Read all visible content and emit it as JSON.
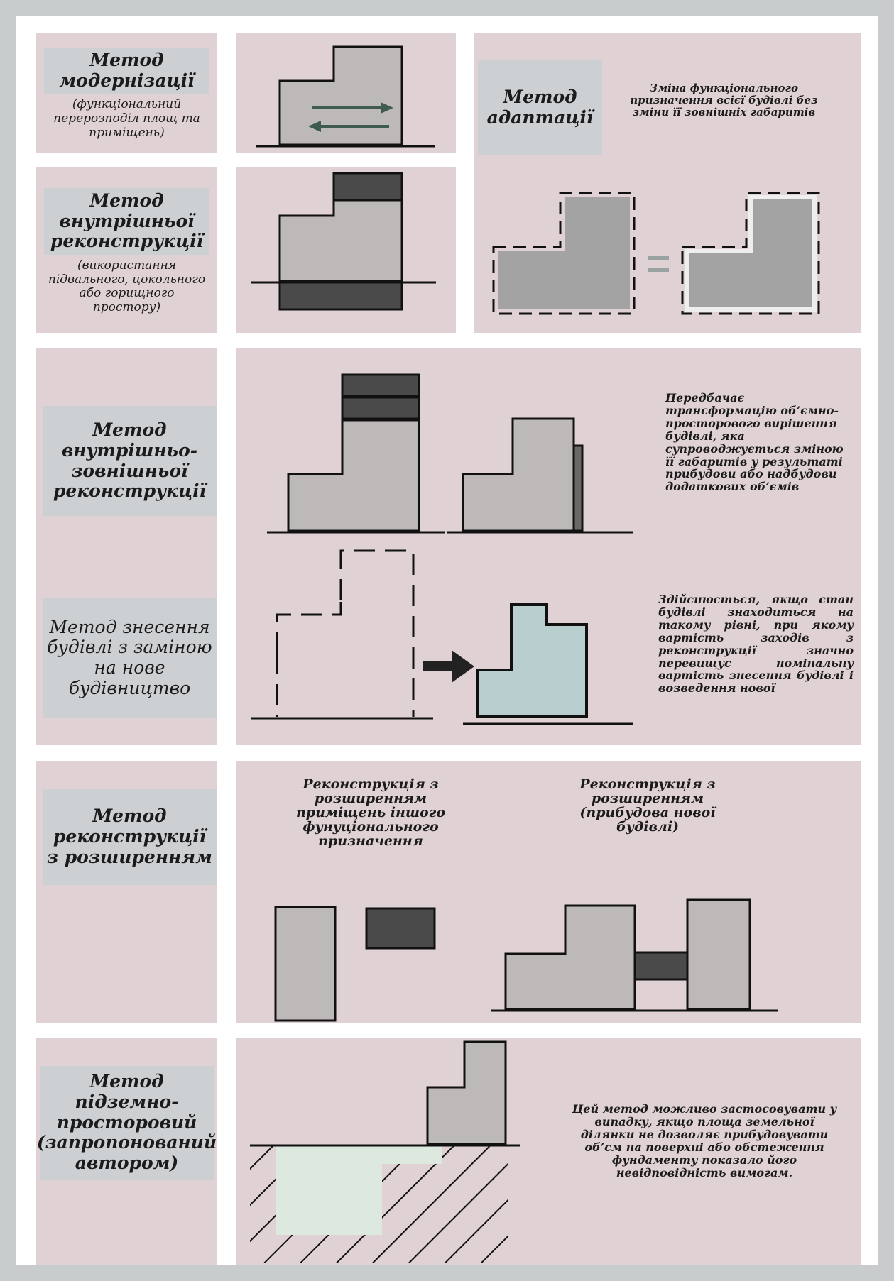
{
  "colors": {
    "page_bg": "#c9cccc",
    "panel_bg": "#e0d2d4",
    "label_bg": "#cdd0d2",
    "block_light": "#bdb9b9",
    "block_dark": "#4a4a4a",
    "block_new": "#b9cfcf",
    "arrow_green": "#3f5a4f",
    "underground_fill": "#dde9df"
  },
  "methods": {
    "modernization": {
      "title": "Метод модернізації",
      "subtitle": "(функціональний перерозподіл площ та приміщень)"
    },
    "internal": {
      "title": "Метод внутрішньої реконструкції",
      "subtitle": "(використання підвального, цокольного або горищного простору)"
    },
    "adaptation": {
      "title": "Метод адаптації",
      "description": "Зміна функціонального призначення всієї будівлі без зміни її зовнішніх габаритів"
    },
    "internal_external": {
      "title": "Метод внутрішньо-зовнішньої реконструкції",
      "description": "Передбачає трансформацію об’ємно-просторового вирішення будівлі, яка супроводжується зміною її габаритів у результаті прибудови або надбудови додаткових об’ємів"
    },
    "demolition": {
      "title": "Метод знесення будівлі з заміною на нове будівництво",
      "description": "Здійснюється, якщо стан будівлі знаходиться на такому рівні, при якому вартість заходів з реконструкції значно перевищує номінальну вартість знесення будівлі і возведення нової"
    },
    "expansion": {
      "title": "Метод реконструкції з розширенням",
      "caption_left": "Реконструкція з розширенням приміщень іншого фунуціонального призначення",
      "caption_right": "Реконструкція з розширенням (прибудова нової будівлі)"
    },
    "underground": {
      "title": "Метод підземно-просторовий (запропонований автором)",
      "description": "Цей метод можливо застосовувати у випадку, якщо площа земельної ділянки не дозволяє прибудовувати об’єм на поверхні або обстеження фундаменту показало його невідповідність вимогам."
    }
  },
  "icons": {
    "equals": "equals-sign",
    "arrow": "right-arrow"
  }
}
